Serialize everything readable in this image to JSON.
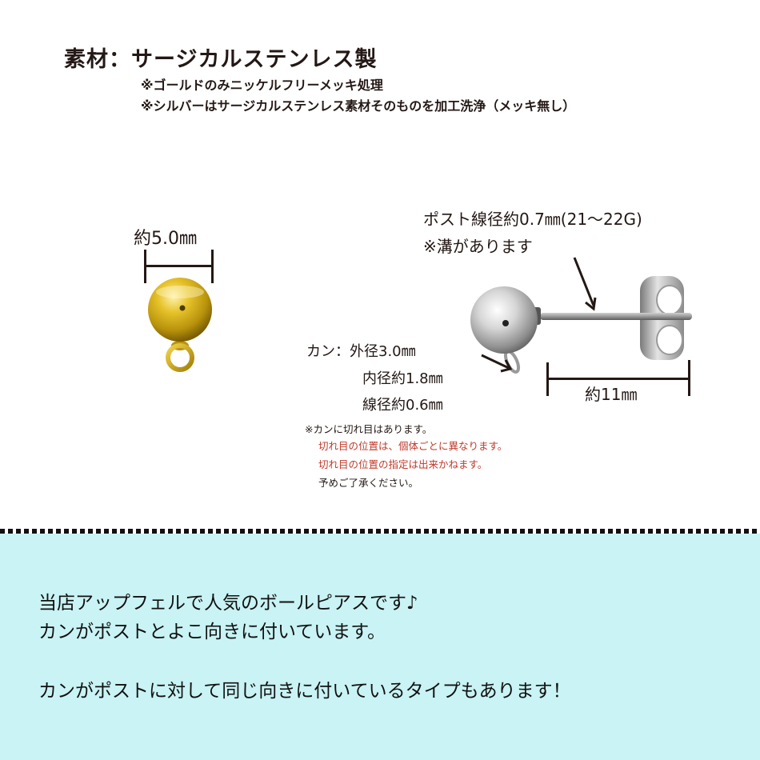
{
  "header": {
    "material_title": "素材：サージカルステンレス製",
    "notes": [
      "※ゴールドのみニッケルフリーメッキ処理",
      "※シルバーはサージカルステンレス素材そのものを加工洗浄（メッキ無し）"
    ]
  },
  "gold_part": {
    "ball_size_label": "約5.0㎜",
    "colors": {
      "gold": "#d9b21c",
      "gold_dark": "#9c7a06"
    }
  },
  "silver_part": {
    "post_label": "ポスト線径約0.7㎜(21〜22G)",
    "groove_note": "※溝があります",
    "kan_label_prefix": "カン：",
    "kan_specs": [
      "外径3.0㎜",
      "内径約1.8㎜",
      "線径約0.6㎜"
    ],
    "length_label": "約11㎜",
    "colors": {
      "silver": "#c8c8c8",
      "silver_dark": "#7a7a7a"
    }
  },
  "cut_notes": {
    "line1": "※カンに切れ目はあります。",
    "line2": "切れ目の位置は、個体ごとに異なります。",
    "line3": "切れ目の位置の指定は出来かねます。",
    "line4": "予めご了承ください。",
    "accent_color": "#c0392b"
  },
  "promo": {
    "line1": "当店アップフェルで人気のボールピアスです♪",
    "line2": "カンがポストとよこ向きに付いています。",
    "line3": "カンがポストに対して同じ向きに付いているタイプもあります！",
    "background": "#c9f3f4"
  }
}
